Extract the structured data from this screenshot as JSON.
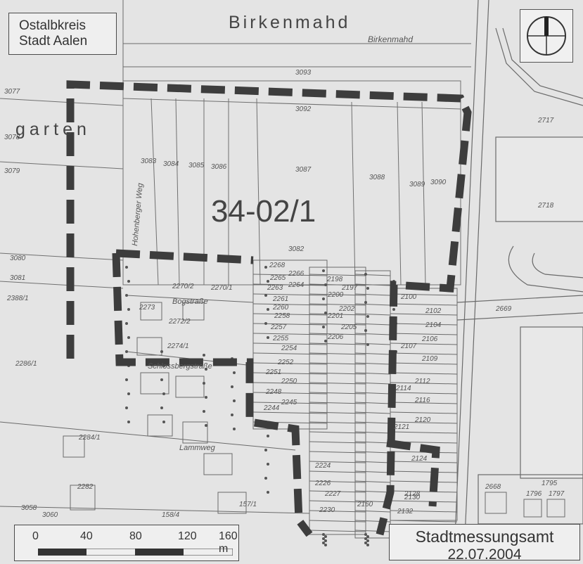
{
  "header": {
    "district_line1": "Ostalbkreis",
    "district_line2": "Stadt Aalen",
    "area_name": "Birkenmahd",
    "street_label": "Birkenmahd",
    "fragment_label": "garten",
    "plan_id": "34-02/1"
  },
  "parcels": [
    {
      "id": "3093"
    },
    {
      "id": "3092"
    },
    {
      "id": "3077"
    },
    {
      "id": "3078"
    },
    {
      "id": "3079"
    },
    {
      "id": "3080"
    },
    {
      "id": "3081"
    },
    {
      "id": "3083"
    },
    {
      "id": "3084"
    },
    {
      "id": "3085"
    },
    {
      "id": "3086"
    },
    {
      "id": "3087"
    },
    {
      "id": "3088"
    },
    {
      "id": "3089"
    },
    {
      "id": "3090"
    },
    {
      "id": "3082"
    },
    {
      "id": "2717"
    },
    {
      "id": "2718"
    },
    {
      "id": "2669"
    },
    {
      "id": "2388/1"
    },
    {
      "id": "2270/2"
    },
    {
      "id": "2270/1"
    },
    {
      "id": "2273"
    },
    {
      "id": "2272/2"
    },
    {
      "id": "2274/1"
    },
    {
      "id": "2286/1"
    },
    {
      "id": "2284/1"
    },
    {
      "id": "2282"
    },
    {
      "id": "3058"
    },
    {
      "id": "3060"
    },
    {
      "id": "2268"
    },
    {
      "id": "2266"
    },
    {
      "id": "2265"
    },
    {
      "id": "2264"
    },
    {
      "id": "2263"
    },
    {
      "id": "2261"
    },
    {
      "id": "2260"
    },
    {
      "id": "2258"
    },
    {
      "id": "2257"
    },
    {
      "id": "2255"
    },
    {
      "id": "2254"
    },
    {
      "id": "2252"
    },
    {
      "id": "2251"
    },
    {
      "id": "2250"
    },
    {
      "id": "2248"
    },
    {
      "id": "2245"
    },
    {
      "id": "2244"
    },
    {
      "id": "2198"
    },
    {
      "id": "2197"
    },
    {
      "id": "2200"
    },
    {
      "id": "2202"
    },
    {
      "id": "2201"
    },
    {
      "id": "2205"
    },
    {
      "id": "2206"
    },
    {
      "id": "2100"
    },
    {
      "id": "2102"
    },
    {
      "id": "2104"
    },
    {
      "id": "2106"
    },
    {
      "id": "2107"
    },
    {
      "id": "2109"
    },
    {
      "id": "2112"
    },
    {
      "id": "2114"
    },
    {
      "id": "2116"
    },
    {
      "id": "2120"
    },
    {
      "id": "2121"
    },
    {
      "id": "2124"
    },
    {
      "id": "2128"
    },
    {
      "id": "2130"
    },
    {
      "id": "2132"
    },
    {
      "id": "2224"
    },
    {
      "id": "2226"
    },
    {
      "id": "2227"
    },
    {
      "id": "2230"
    },
    {
      "id": "2160"
    },
    {
      "id": "2668"
    },
    {
      "id": "1795"
    },
    {
      "id": "1796"
    },
    {
      "id": "1797"
    },
    {
      "id": "157/1"
    },
    {
      "id": "158/4"
    }
  ],
  "streets": [
    {
      "name": "Hohenberger Weg"
    },
    {
      "name": "Bogstraße"
    },
    {
      "name": "Schlossbergstraße"
    },
    {
      "name": "Lammweg"
    }
  ],
  "scale": {
    "labels": [
      "0",
      "40",
      "80",
      "120",
      "160 m"
    ]
  },
  "footer": {
    "office": "Stadtmessungsamt",
    "date": "22.07.2004"
  },
  "colors": {
    "background": "#e4e4e4",
    "line": "#5a5a5a",
    "boundary": "#3d3d3d"
  },
  "icons": {
    "north_arrow": "compass-icon"
  }
}
